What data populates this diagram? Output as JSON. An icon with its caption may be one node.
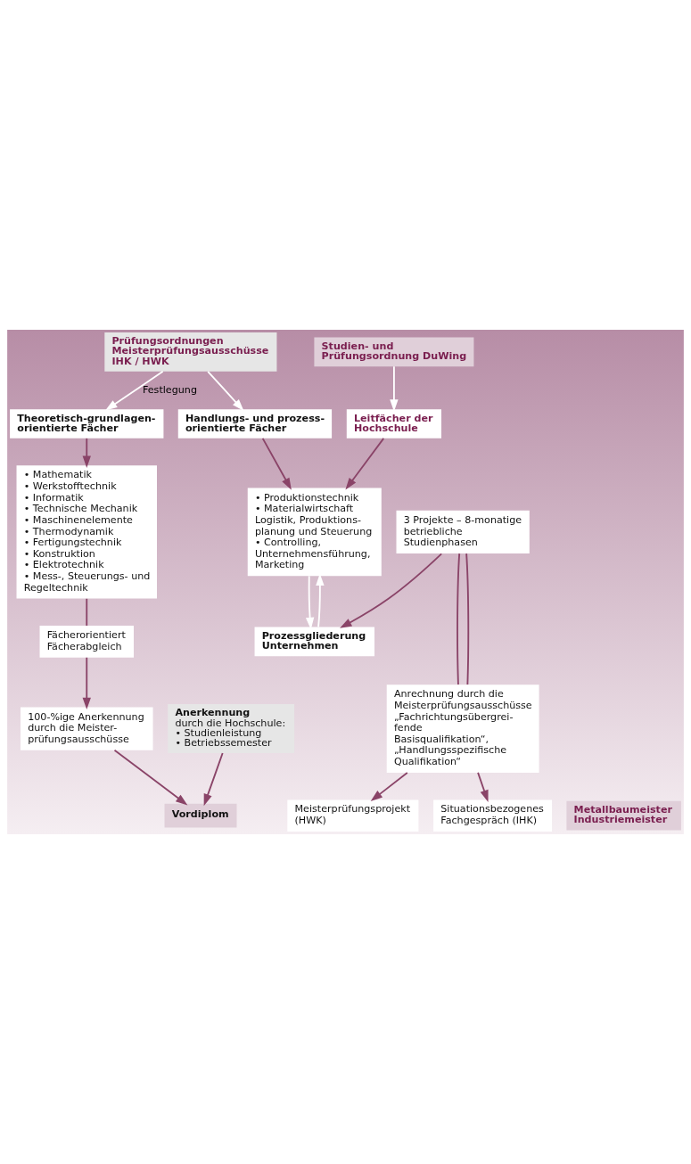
{
  "diagram": {
    "nodes": [
      {
        "text": [
          "Prüfungsordnungen Meisterprüfungsausschüsse IHK / HWK"
        ]
      },
      {
        "text": [
          "Studien- und Prüfungsordnung DuWing"
        ]
      },
      {
        "text": [
          "Theoretisch-grundlagen- orientierte Fächer"
        ]
      },
      {
        "text": [
          "Handlungs- und prozess- orientierte Fächer"
        ]
      },
      {
        "text": [
          "Leitfächer der Hochschule"
        ]
      },
      {
        "text": [
          "• Mathematik",
          "• Werkstofftechnik",
          "• Informatik",
          "• Technische Mechanik",
          "• Maschinenelemente",
          "• Thermodynamik",
          "• Fertigungstechnik",
          "• Konstruktion",
          "• Elektrotechnik",
          "• Mess-, Steuerungs- und Regeltechnik"
        ]
      },
      {
        "text": [
          "• Produktionstechnik",
          "• Materialwirtschaft Logistik, Produktions- planung und Steuerung",
          "• Controlling, Unternehmensführung, Marketing"
        ]
      },
      {
        "text": [
          "Prozessgliederung Unternehmen"
        ]
      },
      {
        "text": [
          "Fächerorientiert Fächerabgleich"
        ]
      },
      {
        "text": [
          "Anerkennung",
          "durch die Hochschule:",
          "• Studienleistung",
          "• Betriebssemester"
        ]
      },
      {
        "text": [
          "3 Projekte – 8-monatige betriebliche Studienphasen"
        ]
      },
      {
        "text": [
          "100-%ige Anerkennung durch die Meister- prüfungsausschüsse"
        ]
      },
      {
        "text": [
          "Anrechnung durch die Meisterprüfungsausschüsse „Fachrichtungsübergrei- fende Basisqualifikation“, „Handlungsspezifische Qualifikation“"
        ]
      },
      {
        "text": [
          "Vordiplom"
        ]
      },
      {
        "text": [
          "Metallbaumeister Industriemeister"
        ]
      },
      {
        "text": [
          "Meisterprüfungsprojekt (HWK)"
        ]
      },
      {
        "text": [
          "Situationsbezogenes Fachgespräch (IHK)"
        ]
      }
    ],
    "edges": [
      {
        "from": 0,
        "to": 2,
        "arrow": "to",
        "label": "Festlegung",
        "color": "#ffffff"
      },
      {
        "from": 0,
        "to": 3,
        "arrow": "to",
        "color": "#ffffff"
      },
      {
        "from": 1,
        "to": 4,
        "arrow": "to",
        "color": "#ffffff"
      },
      {
        "from": 2,
        "to": 5,
        "arrow": "to"
      },
      {
        "from": 3,
        "to": 6,
        "arrow": "to"
      },
      {
        "from": 4,
        "to": 6,
        "arrow": "to"
      },
      {
        "from": 7,
        "to": 6,
        "arrow": "to",
        "color": "#ffffff"
      },
      {
        "from": 6,
        "to": 7,
        "arrow": "to",
        "color": "#ffffff"
      },
      {
        "from": 5,
        "to": 8,
        "arrow": "none"
      },
      {
        "from": 10,
        "to": 7,
        "arrow": "to"
      },
      {
        "from": 8,
        "to": 11,
        "arrow": "to"
      },
      {
        "from": 10,
        "to": 12,
        "arrow": "none"
      },
      {
        "from": 10,
        "to": 12,
        "arrow": "none"
      },
      {
        "from": 9,
        "to": 13,
        "arrow": "to"
      },
      {
        "from": 11,
        "to": 13,
        "arrow": "to"
      },
      {
        "from": 12,
        "to": 15,
        "arrow": "to"
      },
      {
        "from": 12,
        "to": 16,
        "arrow": "to"
      }
    ]
  }
}
